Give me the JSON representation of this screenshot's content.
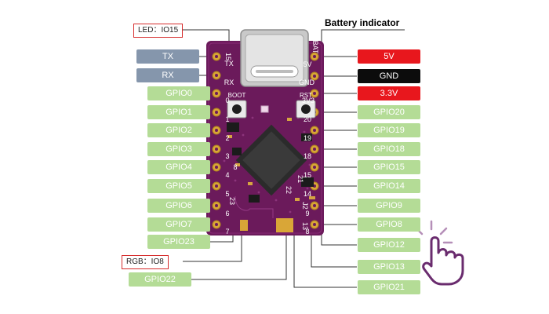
{
  "board": {
    "silkscreen_left": [
      "15",
      "TX",
      "RX",
      "0",
      "1",
      "2",
      "3",
      "4",
      "5",
      "6",
      "7"
    ],
    "silkscreen_right": [
      "BAT",
      "5V",
      "GND",
      "3V3",
      "20",
      "19",
      "18",
      "15",
      "14",
      "9",
      "8"
    ],
    "silkscreen_bottom": [
      "23",
      "22",
      "21",
      "13"
    ],
    "silkscreen_inner": [
      "8",
      "21",
      "J2"
    ],
    "button_boot": "BOOT",
    "button_rst": "RST"
  },
  "left_pins": [
    "TX",
    "RX",
    "GPIO0",
    "GPIO1",
    "GPIO2",
    "GPIO3",
    "GPIO4",
    "GPIO5",
    "GPIO6",
    "GPIO7",
    "GPIO23",
    "GPIO22"
  ],
  "right_pins": [
    "5V",
    "GND",
    "3.3V",
    "GPIO20",
    "GPIO19",
    "GPIO18",
    "GPIO15",
    "GPIO14",
    "GPIO9",
    "GPIO8",
    "GPIO12",
    "GPIO13",
    "GPIO21"
  ],
  "callouts": {
    "led": "LED：IO15",
    "rgb": "RGB：IO8",
    "battery": "Battery indicator"
  },
  "colors": {
    "board": "#6b1a5b",
    "gpio_pill": "#b4dc96",
    "uart_pill": "#8596ac",
    "power_red": "#e8171d",
    "gnd_black": "#0c0c0c",
    "callout_border": "#d62c2c",
    "pad_gold": "#d9a637",
    "hand_icon": "#6a2c6e"
  },
  "icons": [
    "usb-c-connector-icon",
    "tap-hand-icon"
  ]
}
